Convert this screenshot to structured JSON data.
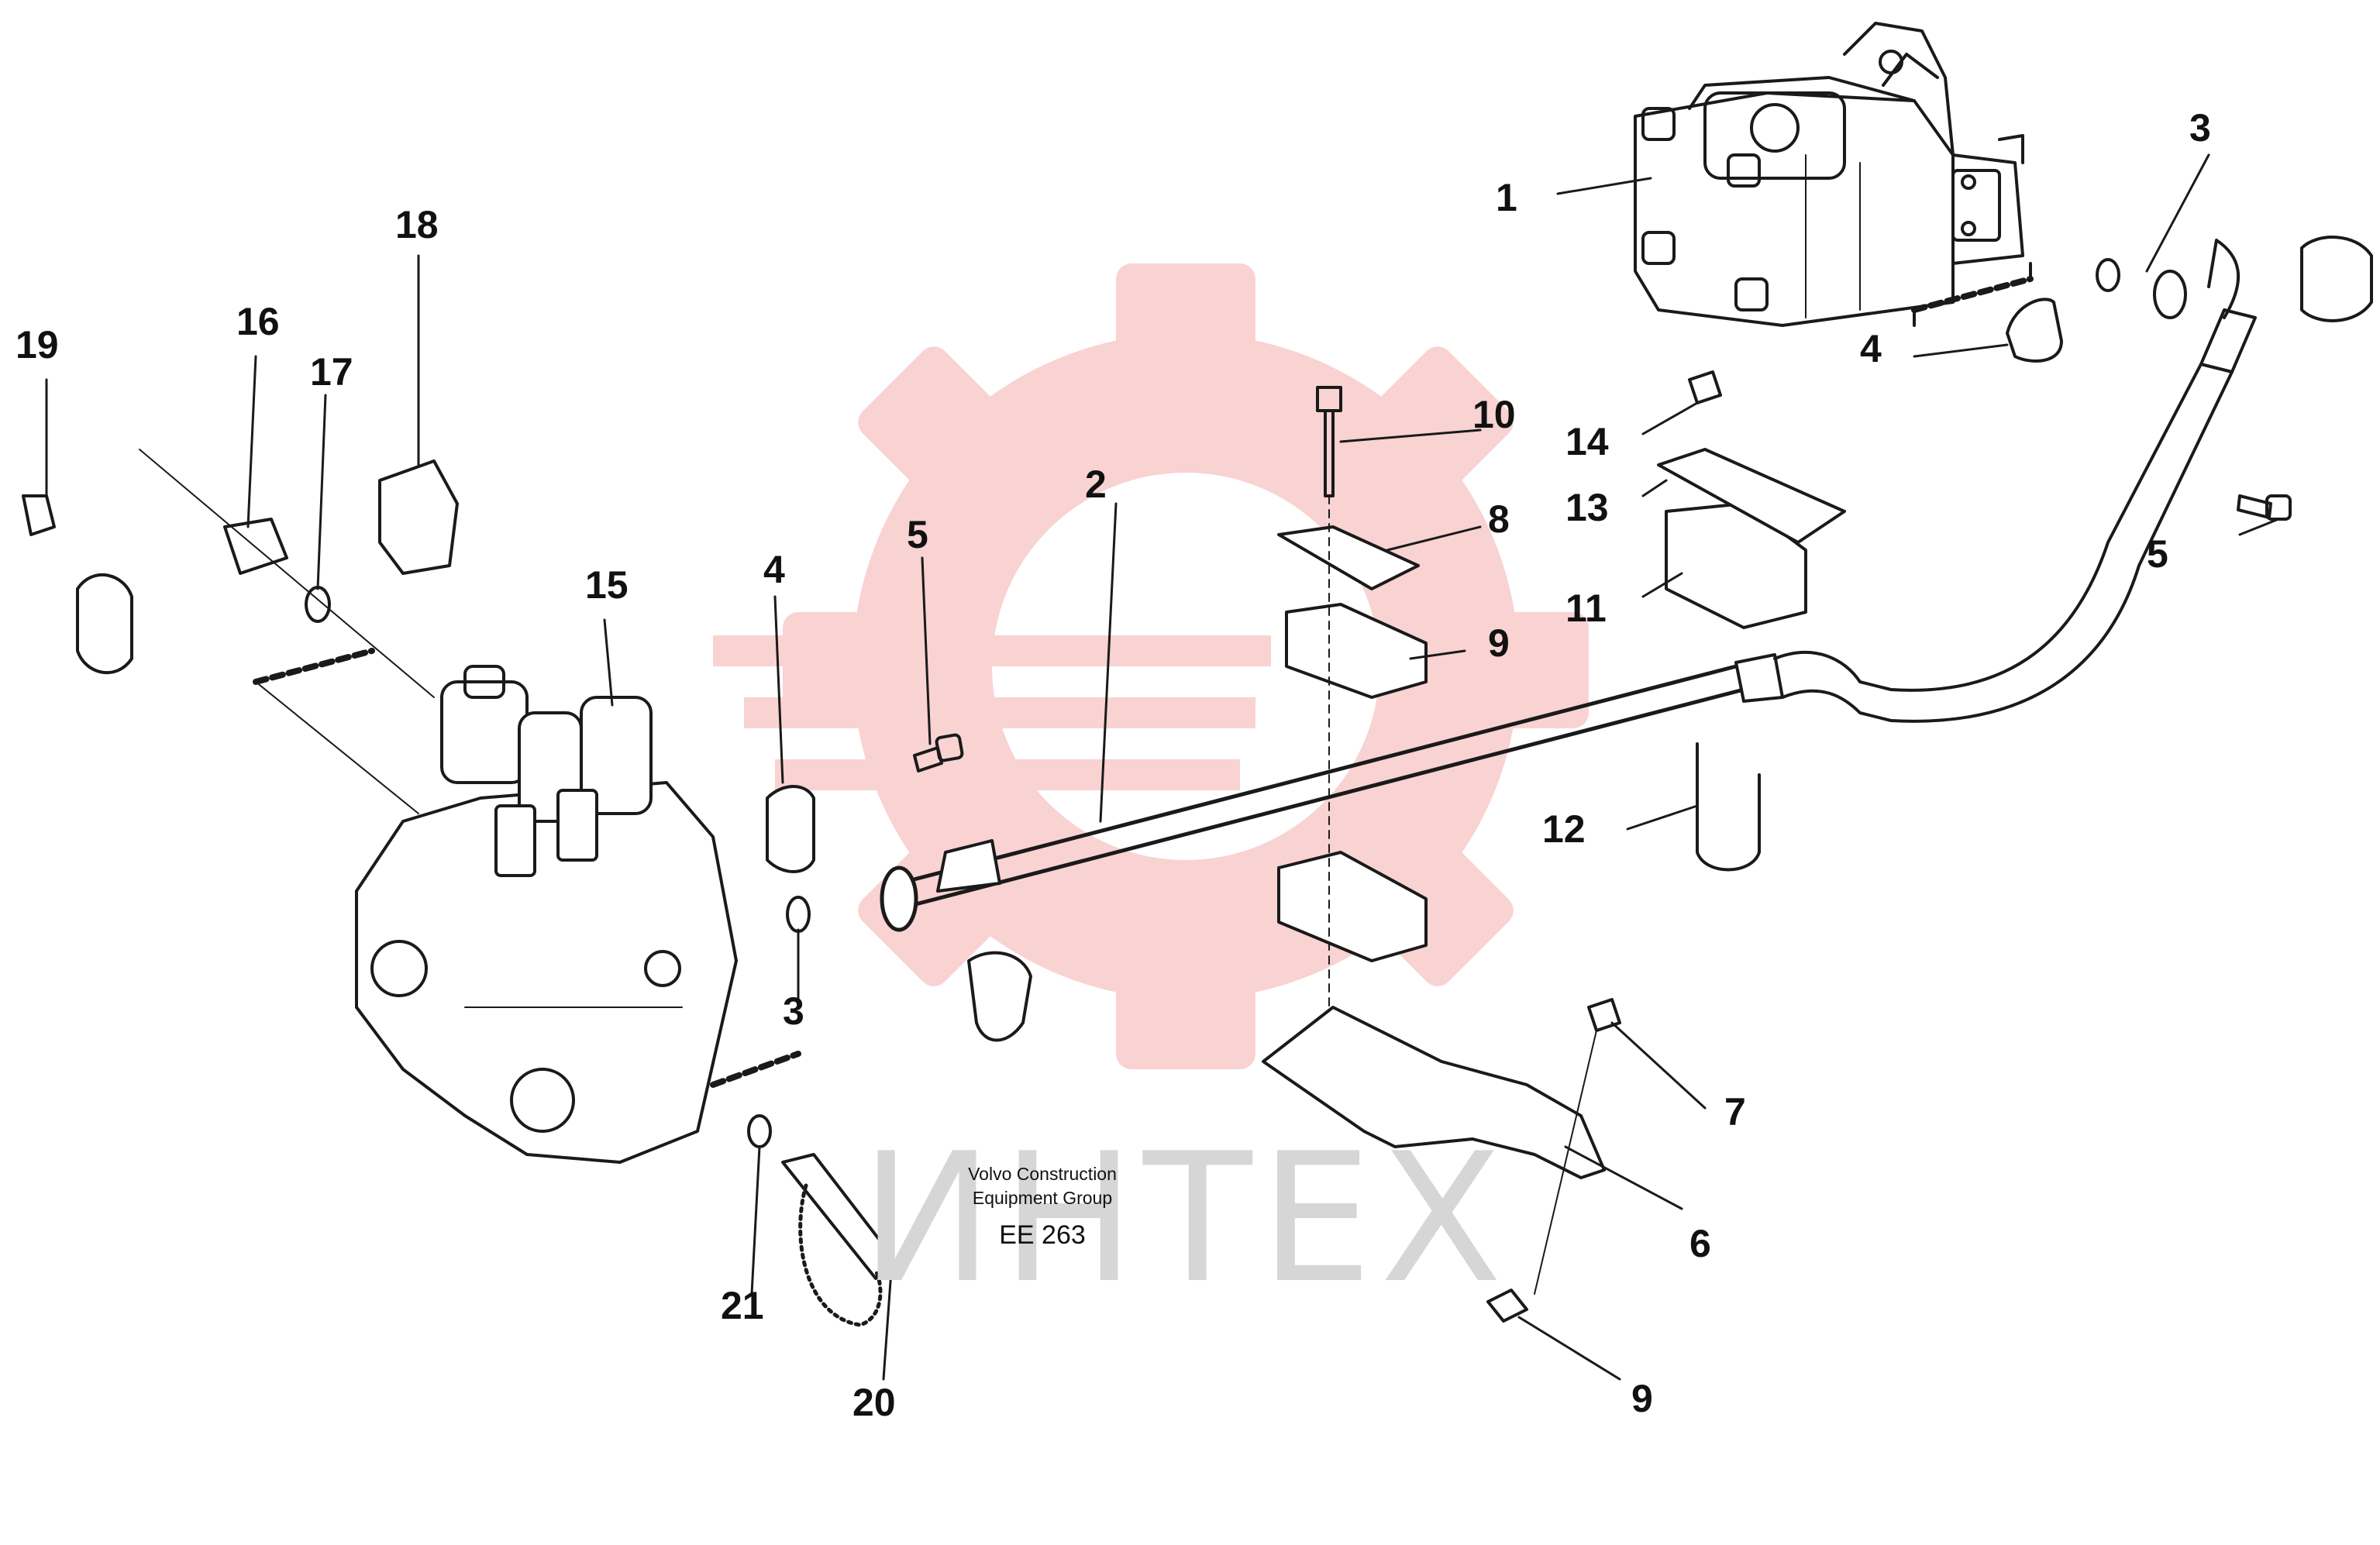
{
  "diagram": {
    "caption_line1": "Volvo Construction",
    "caption_line2": "Equipment Group",
    "caption_code": "EE 263",
    "watermark_text": "ИНТЕХ",
    "watermark_color": "#f5b8b8",
    "line_color": "#1a1a1a",
    "callouts": [
      {
        "id": "1",
        "label": "1"
      },
      {
        "id": "2",
        "label": "2"
      },
      {
        "id": "3a",
        "label": "3"
      },
      {
        "id": "3b",
        "label": "3"
      },
      {
        "id": "4a",
        "label": "4"
      },
      {
        "id": "4b",
        "label": "4"
      },
      {
        "id": "5a",
        "label": "5"
      },
      {
        "id": "5b",
        "label": "5"
      },
      {
        "id": "6",
        "label": "6"
      },
      {
        "id": "7",
        "label": "7"
      },
      {
        "id": "8",
        "label": "8"
      },
      {
        "id": "9a",
        "label": "9"
      },
      {
        "id": "9b",
        "label": "9"
      },
      {
        "id": "10",
        "label": "10"
      },
      {
        "id": "11",
        "label": "11"
      },
      {
        "id": "12",
        "label": "12"
      },
      {
        "id": "13",
        "label": "13"
      },
      {
        "id": "14",
        "label": "14"
      },
      {
        "id": "15",
        "label": "15"
      },
      {
        "id": "16",
        "label": "16"
      },
      {
        "id": "17",
        "label": "17"
      },
      {
        "id": "18",
        "label": "18"
      },
      {
        "id": "19",
        "label": "19"
      },
      {
        "id": "20",
        "label": "20"
      },
      {
        "id": "21",
        "label": "21"
      }
    ]
  }
}
